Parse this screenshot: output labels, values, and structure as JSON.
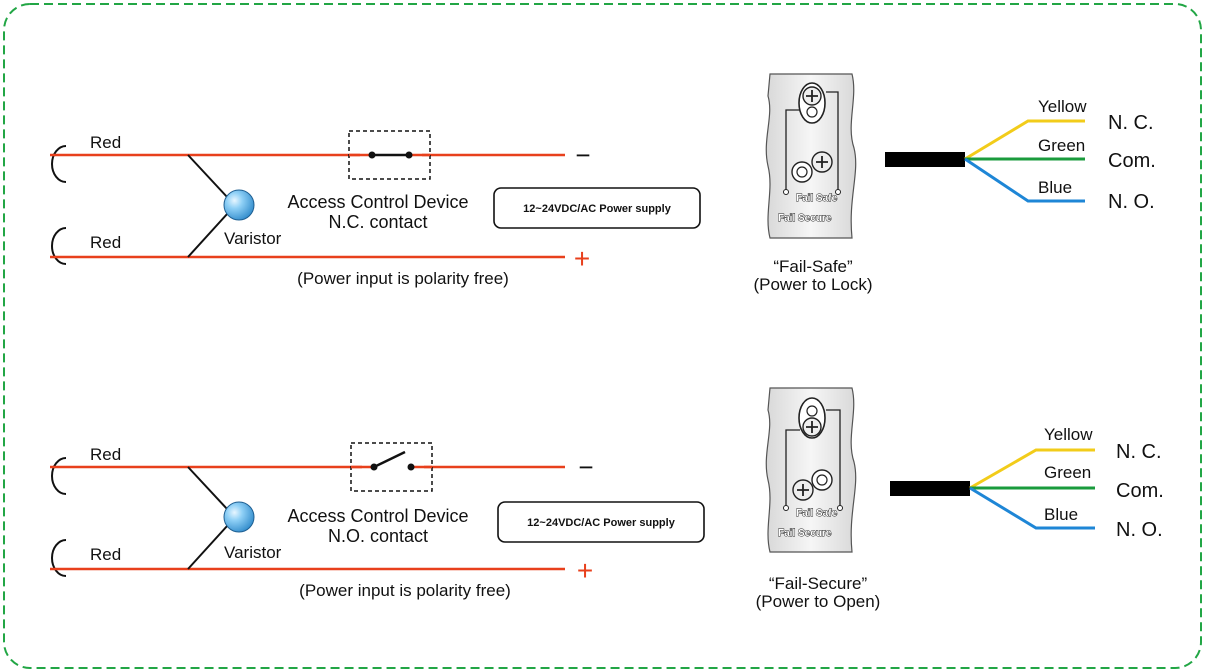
{
  "colors": {
    "border": "#22a645",
    "wire_red": "#e8401c",
    "wire_yellow": "#f2cc1a",
    "wire_green": "#1a9b3c",
    "wire_blue": "#1e86d6",
    "cable": "#000000",
    "varistor": "#5fb6ea"
  },
  "diagram_top": {
    "wire_top_label": "Red",
    "wire_bottom_label": "Red",
    "minus": "−",
    "plus": "+",
    "device_line1": "Access Control Device",
    "device_line2": "N.C. contact",
    "varistor_label": "Varistor",
    "power_supply": "12~24VDC/AC Power supply",
    "polarity_note": "(Power input is polarity free)",
    "lock_caption_line1": "“Fail-Safe”",
    "lock_caption_line2": "(Power to Lock)",
    "plate_label_1": "Fail Safe",
    "plate_label_2": "Fail Secure",
    "wires": [
      {
        "color_name": "Yellow",
        "terminal": "N. C."
      },
      {
        "color_name": "Green",
        "terminal": "Com."
      },
      {
        "color_name": "Blue",
        "terminal": "N. O."
      }
    ]
  },
  "diagram_bottom": {
    "wire_top_label": "Red",
    "wire_bottom_label": "Red",
    "minus": "−",
    "plus": "+",
    "device_line1": "Access Control Device",
    "device_line2": "N.O. contact",
    "varistor_label": "Varistor",
    "power_supply": "12~24VDC/AC Power supply",
    "polarity_note": "(Power input is polarity free)",
    "lock_caption_line1": "“Fail-Secure”",
    "lock_caption_line2": "(Power to Open)",
    "plate_label_1": "Fail Safe",
    "plate_label_2": "Fail Secure",
    "wires": [
      {
        "color_name": "Yellow",
        "terminal": "N. C."
      },
      {
        "color_name": "Green",
        "terminal": "Com."
      },
      {
        "color_name": "Blue",
        "terminal": "N. O."
      }
    ]
  }
}
